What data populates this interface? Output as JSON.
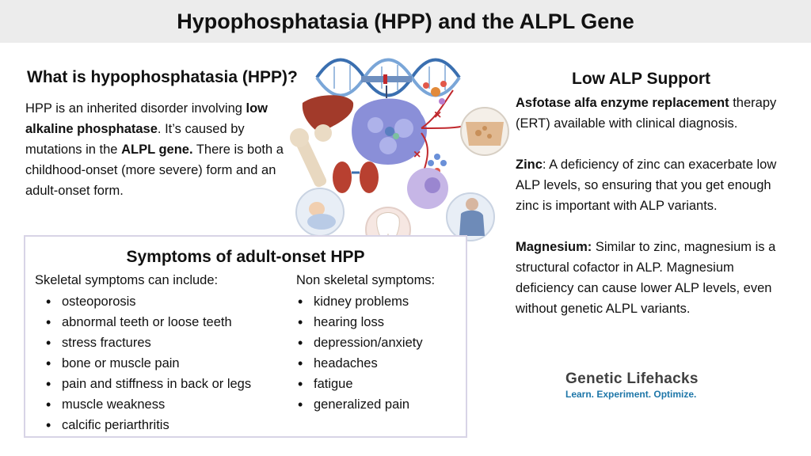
{
  "title": "Hypophosphatasia (HPP) and the ALPL Gene",
  "what": {
    "heading": "What is hypophosphatasia (HPP)?",
    "p1": "HPP is an inherited disorder involving ",
    "b1": "low alkaline phosphatase",
    "p2": ". It’s caused by mutations in the ",
    "b2": "ALPL gene.",
    "p3": " There is both a childhood-onset (more severe) form and an adult-onset form."
  },
  "support": {
    "heading": "Low ALP Support",
    "ert_bold": "Asfotase alfa enzyme replacement",
    "ert_text": " therapy (ERT) available with clinical diagnosis.",
    "zinc_bold": "Zinc",
    "zinc_text": ": A deficiency of zinc can exacerbate low ALP levels, so ensuring that you get enough zinc is important with ALP variants.",
    "mg_bold": "Magnesium:",
    "mg_text": " Similar to zinc, magnesium is a structural cofactor in ALP. Magnesium deficiency can cause lower ALP levels, even without genetic ALPL variants."
  },
  "symptoms": {
    "heading": "Symptoms of adult-onset HPP",
    "skeletal_heading": "Skeletal symptoms can include:",
    "skeletal": [
      "osteoporosis",
      "abnormal teeth or loose teeth",
      "stress fractures",
      "bone or muscle pain",
      "pain and stiffness in back or legs",
      "muscle weakness",
      "calcific periarthritis"
    ],
    "non_skeletal_heading": "Non skeletal symptoms:",
    "non_skeletal": [
      "kidney problems",
      "hearing loss",
      "depression/anxiety",
      "headaches",
      "fatigue",
      "generalized pain"
    ]
  },
  "brand": {
    "name": "Genetic Lifehacks",
    "tagline": "Learn. Experiment. Optimize."
  },
  "colors": {
    "title_bg": "#ececec",
    "box_border": "#d8d4e6",
    "brand_blue": "#1d76a8",
    "inhibit_red": "#c0282d"
  }
}
